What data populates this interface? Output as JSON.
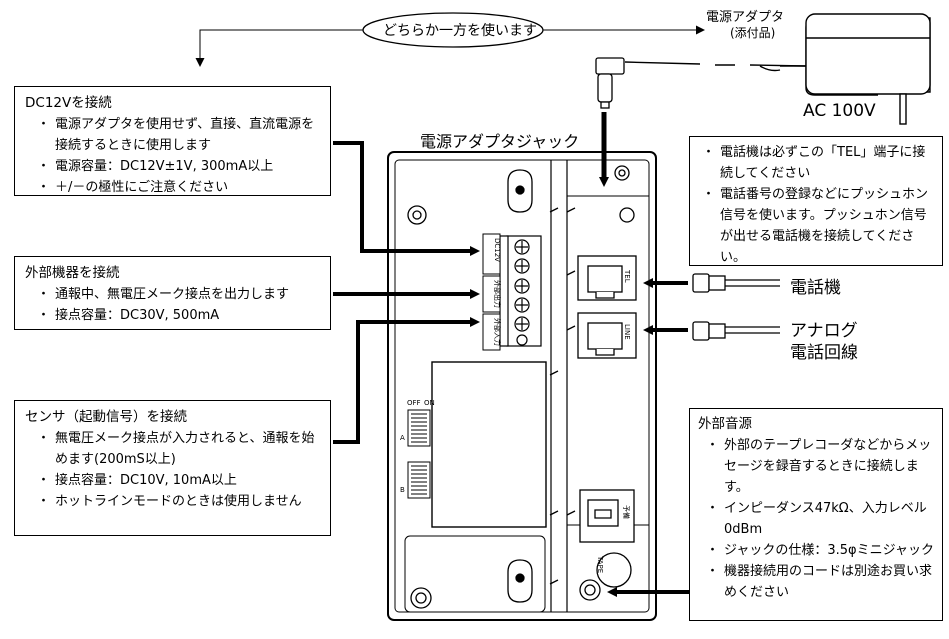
{
  "top": {
    "callout": "どちらか一方を使います",
    "adapter_label_1": "電源アダプタ",
    "adapter_label_2": "(添付品)",
    "ac_label": "AC 100V",
    "jack_title": "電源アダプタジャック"
  },
  "dc": {
    "title": "DC12Vを接続",
    "items": [
      "電源アダプタを使用せず、直接、直流電源を接続するときに使用します",
      "電源容量：DC12V±1V, 300mA以上",
      "＋/－の極性にご注意ください"
    ]
  },
  "ext_device": {
    "title": "外部機器を接続",
    "items": [
      "通報中、無電圧メーク接点を出力します",
      "接点容量：DC30V, 500mA"
    ]
  },
  "sensor": {
    "title": "センサ（起動信号）を接続",
    "items": [
      "無電圧メーク接点が入力されると、通報を始めます(200mS以上)",
      "接点容量：DC10V, 10mA以上",
      "ホットラインモードのときは使用しません"
    ]
  },
  "tel_note": {
    "items": [
      "電話機は必ずこの「TEL」端子に接続してください",
      "電話番号の登録などにプッシュホン信号を使います。プッシュホン信号が出せる電話機を接続してください。"
    ]
  },
  "ext_audio": {
    "title": "外部音源",
    "items": [
      "外部のテープレコーダなどからメッセージを録音するときに接続します。",
      "インピーダンス47kΩ、入力レベル0dBm",
      "ジャックの仕様：3.5φミニジャック",
      "機器接続用のコードは別途お買い求めください"
    ]
  },
  "right_labels": {
    "phone": "電話機",
    "analog_1": "アナログ",
    "analog_2": "電話回線"
  },
  "device": {
    "terminal_dc": "DC12V",
    "terminal_out": "外部出力",
    "terminal_in": "外部入力",
    "port_tel": "TEL",
    "port_line": "LINE",
    "port_tape": "TAPE",
    "port_misc": "予備",
    "dip_off": "OFF",
    "dip_on": "ON",
    "dip_a": "A",
    "dip_b": "B"
  }
}
